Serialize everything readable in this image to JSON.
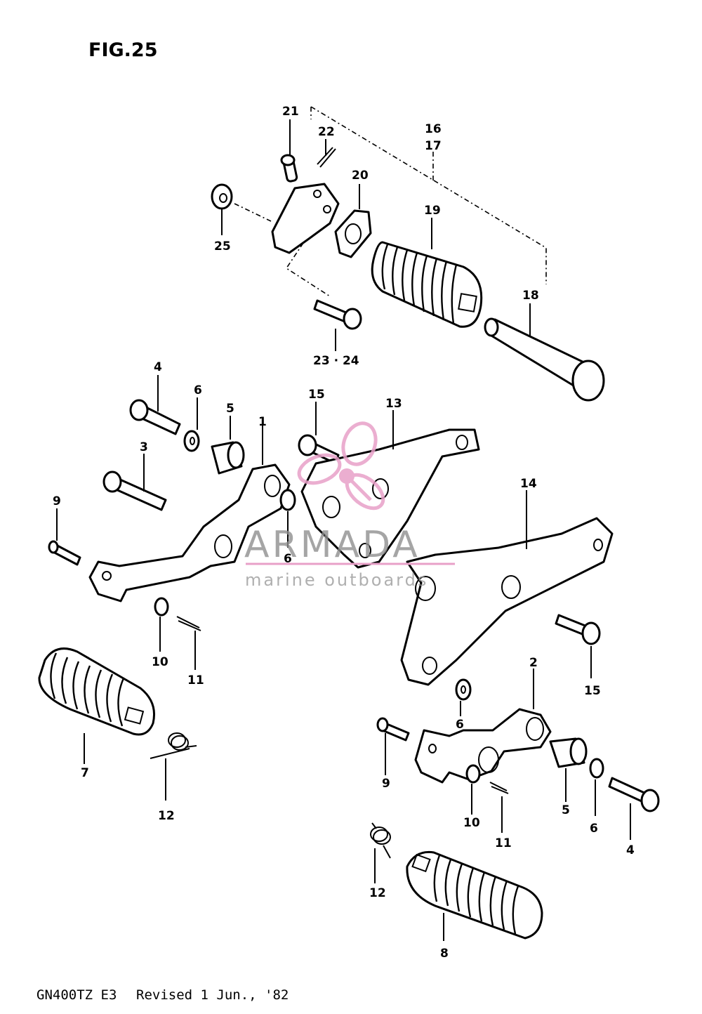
{
  "figure": {
    "title": "FIG.25"
  },
  "callouts": [
    {
      "id": "c21",
      "text": "21"
    },
    {
      "id": "c22",
      "text": "22"
    },
    {
      "id": "c16",
      "text": "16"
    },
    {
      "id": "c17",
      "text": "17"
    },
    {
      "id": "c20",
      "text": "20"
    },
    {
      "id": "c19",
      "text": "19"
    },
    {
      "id": "c25",
      "text": "25"
    },
    {
      "id": "c18",
      "text": "18"
    },
    {
      "id": "c2324",
      "text": "23 · 24"
    },
    {
      "id": "c4a",
      "text": "4"
    },
    {
      "id": "c6a",
      "text": "6"
    },
    {
      "id": "c5a",
      "text": "5"
    },
    {
      "id": "c1",
      "text": "1"
    },
    {
      "id": "c15a",
      "text": "15"
    },
    {
      "id": "c13",
      "text": "13"
    },
    {
      "id": "c3",
      "text": "3"
    },
    {
      "id": "c9a",
      "text": "9"
    },
    {
      "id": "c6b",
      "text": "6"
    },
    {
      "id": "c14",
      "text": "14"
    },
    {
      "id": "c10a",
      "text": "10"
    },
    {
      "id": "c11a",
      "text": "11"
    },
    {
      "id": "c15b",
      "text": "15"
    },
    {
      "id": "c2",
      "text": "2"
    },
    {
      "id": "c7",
      "text": "7"
    },
    {
      "id": "c6c",
      "text": "6"
    },
    {
      "id": "c12a",
      "text": "12"
    },
    {
      "id": "c9b",
      "text": "9"
    },
    {
      "id": "c10b",
      "text": "10"
    },
    {
      "id": "c11b",
      "text": "11"
    },
    {
      "id": "c5b",
      "text": "5"
    },
    {
      "id": "c6d",
      "text": "6"
    },
    {
      "id": "c4b",
      "text": "4"
    },
    {
      "id": "c12b",
      "text": "12"
    },
    {
      "id": "c8",
      "text": "8"
    }
  ],
  "watermark": {
    "name": "ARMADA",
    "tagline": "marine outboards",
    "color": "#e8a0c8"
  },
  "footer": {
    "model": "GN400TZ E3",
    "revision": "Revised 1 Jun., '82"
  }
}
